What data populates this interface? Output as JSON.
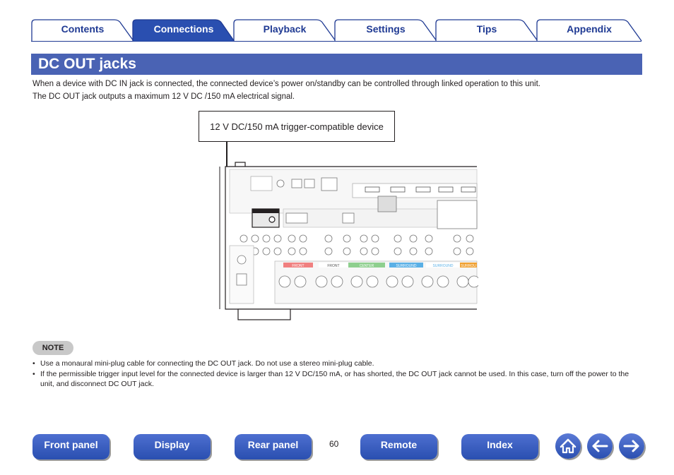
{
  "tabs": [
    {
      "label": "Contents",
      "active": false
    },
    {
      "label": "Connections",
      "active": true
    },
    {
      "label": "Playback",
      "active": false
    },
    {
      "label": "Settings",
      "active": false
    },
    {
      "label": "Tips",
      "active": false
    },
    {
      "label": "Appendix",
      "active": false
    }
  ],
  "title": "DC OUT jacks",
  "paragraphs": [
    "When a device with DC IN jack is connected, the connected device’s power on/standby can be controlled through linked operation to this unit.",
    "The DC OUT jack outputs a maximum 12 V DC /150 mA electrical signal."
  ],
  "diagram": {
    "device_label": "12 V DC/150 mA trigger-compatible device",
    "speaker_labels": [
      "FRONT",
      "FRONT",
      "CENTER",
      "SURROUND",
      "SURROUND",
      "SURROU"
    ]
  },
  "note": {
    "badge": "NOTE",
    "items": [
      "Use a monaural mini-plug cable for connecting the DC OUT jack. Do not use a stereo mini-plug cable.",
      "If the permissible trigger input level for the connected device is larger than 12 V DC/150 mA, or has shorted, the DC OUT jack cannot be used. In this case, turn off the power to the unit, and disconnect DC OUT jack."
    ]
  },
  "nav": {
    "front_panel": "Front panel",
    "display": "Display",
    "rear_panel": "Rear panel",
    "page_number": "60",
    "remote": "Remote",
    "index": "Index"
  },
  "icons": {
    "home": "home-icon",
    "back": "arrow-left-icon",
    "forward": "arrow-right-icon"
  },
  "colors": {
    "accent": "#1f3a93",
    "title_bg": "#4a63b4",
    "center_label": "#8ecf8e",
    "surround_label": "#5ab0e6",
    "surround_back_label": "#f0a030",
    "front_label": "#f08080"
  }
}
